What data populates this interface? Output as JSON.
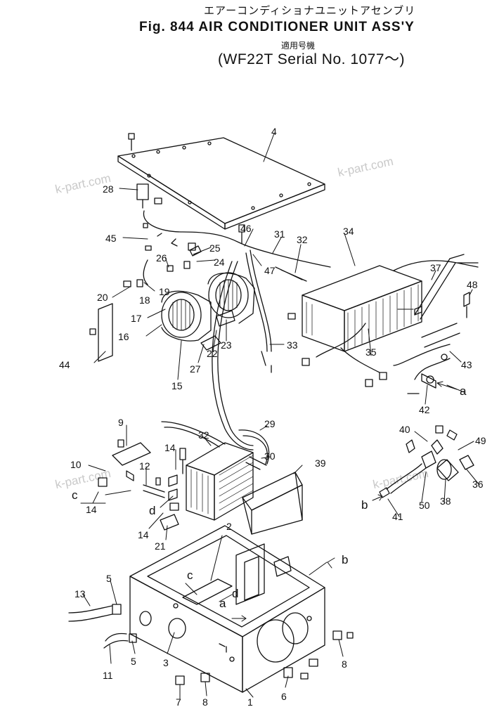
{
  "title": {
    "japanese": "エアーコンディショナユニットアセンブリ",
    "figure": "Fig. 844 AIR CONDITIONER UNIT ASS'Y",
    "applicability": "適用号機",
    "serial": "(WF22T Serial No. 1077～)"
  },
  "watermark": "k-part.com",
  "callouts": [
    {
      "id": "c1",
      "label": "1"
    },
    {
      "id": "c2",
      "label": "2"
    },
    {
      "id": "c3",
      "label": "3"
    },
    {
      "id": "c4",
      "label": "4"
    },
    {
      "id": "c5a",
      "label": "5"
    },
    {
      "id": "c5b",
      "label": "5"
    },
    {
      "id": "c6",
      "label": "6"
    },
    {
      "id": "c7",
      "label": "7"
    },
    {
      "id": "c8a",
      "label": "8"
    },
    {
      "id": "c8b",
      "label": "8"
    },
    {
      "id": "c9",
      "label": "9"
    },
    {
      "id": "c10",
      "label": "10"
    },
    {
      "id": "c11",
      "label": "11"
    },
    {
      "id": "c12",
      "label": "12"
    },
    {
      "id": "c13",
      "label": "13"
    },
    {
      "id": "c14a",
      "label": "14"
    },
    {
      "id": "c14b",
      "label": "14"
    },
    {
      "id": "c14c",
      "label": "14"
    },
    {
      "id": "c15",
      "label": "15"
    },
    {
      "id": "c16",
      "label": "16"
    },
    {
      "id": "c17",
      "label": "17"
    },
    {
      "id": "c18",
      "label": "18"
    },
    {
      "id": "c19",
      "label": "19"
    },
    {
      "id": "c20",
      "label": "20"
    },
    {
      "id": "c21",
      "label": "21"
    },
    {
      "id": "c22",
      "label": "22"
    },
    {
      "id": "c23",
      "label": "23"
    },
    {
      "id": "c24",
      "label": "24"
    },
    {
      "id": "c25",
      "label": "25"
    },
    {
      "id": "c26",
      "label": "26"
    },
    {
      "id": "c27",
      "label": "27"
    },
    {
      "id": "c28",
      "label": "28"
    },
    {
      "id": "c29",
      "label": "29"
    },
    {
      "id": "c30",
      "label": "30"
    },
    {
      "id": "c31",
      "label": "31"
    },
    {
      "id": "c32a",
      "label": "32"
    },
    {
      "id": "c32b",
      "label": "32"
    },
    {
      "id": "c33",
      "label": "33"
    },
    {
      "id": "c34",
      "label": "34"
    },
    {
      "id": "c35",
      "label": "35"
    },
    {
      "id": "c36",
      "label": "36"
    },
    {
      "id": "c37",
      "label": "37"
    },
    {
      "id": "c38",
      "label": "38"
    },
    {
      "id": "c39",
      "label": "39"
    },
    {
      "id": "c40",
      "label": "40"
    },
    {
      "id": "c41",
      "label": "41"
    },
    {
      "id": "c42",
      "label": "42"
    },
    {
      "id": "c43",
      "label": "43"
    },
    {
      "id": "c44",
      "label": "44"
    },
    {
      "id": "c45",
      "label": "45"
    },
    {
      "id": "c46",
      "label": "46"
    },
    {
      "id": "c47",
      "label": "47"
    },
    {
      "id": "c48",
      "label": "48"
    },
    {
      "id": "c49",
      "label": "49"
    },
    {
      "id": "c50",
      "label": "50"
    }
  ],
  "letters": [
    {
      "id": "la1",
      "label": "a"
    },
    {
      "id": "la2",
      "label": "a"
    },
    {
      "id": "lb1",
      "label": "b"
    },
    {
      "id": "lb2",
      "label": "b"
    },
    {
      "id": "lc1",
      "label": "c"
    },
    {
      "id": "lc2",
      "label": "c"
    },
    {
      "id": "ld1",
      "label": "d"
    },
    {
      "id": "ld2",
      "label": "d"
    }
  ]
}
